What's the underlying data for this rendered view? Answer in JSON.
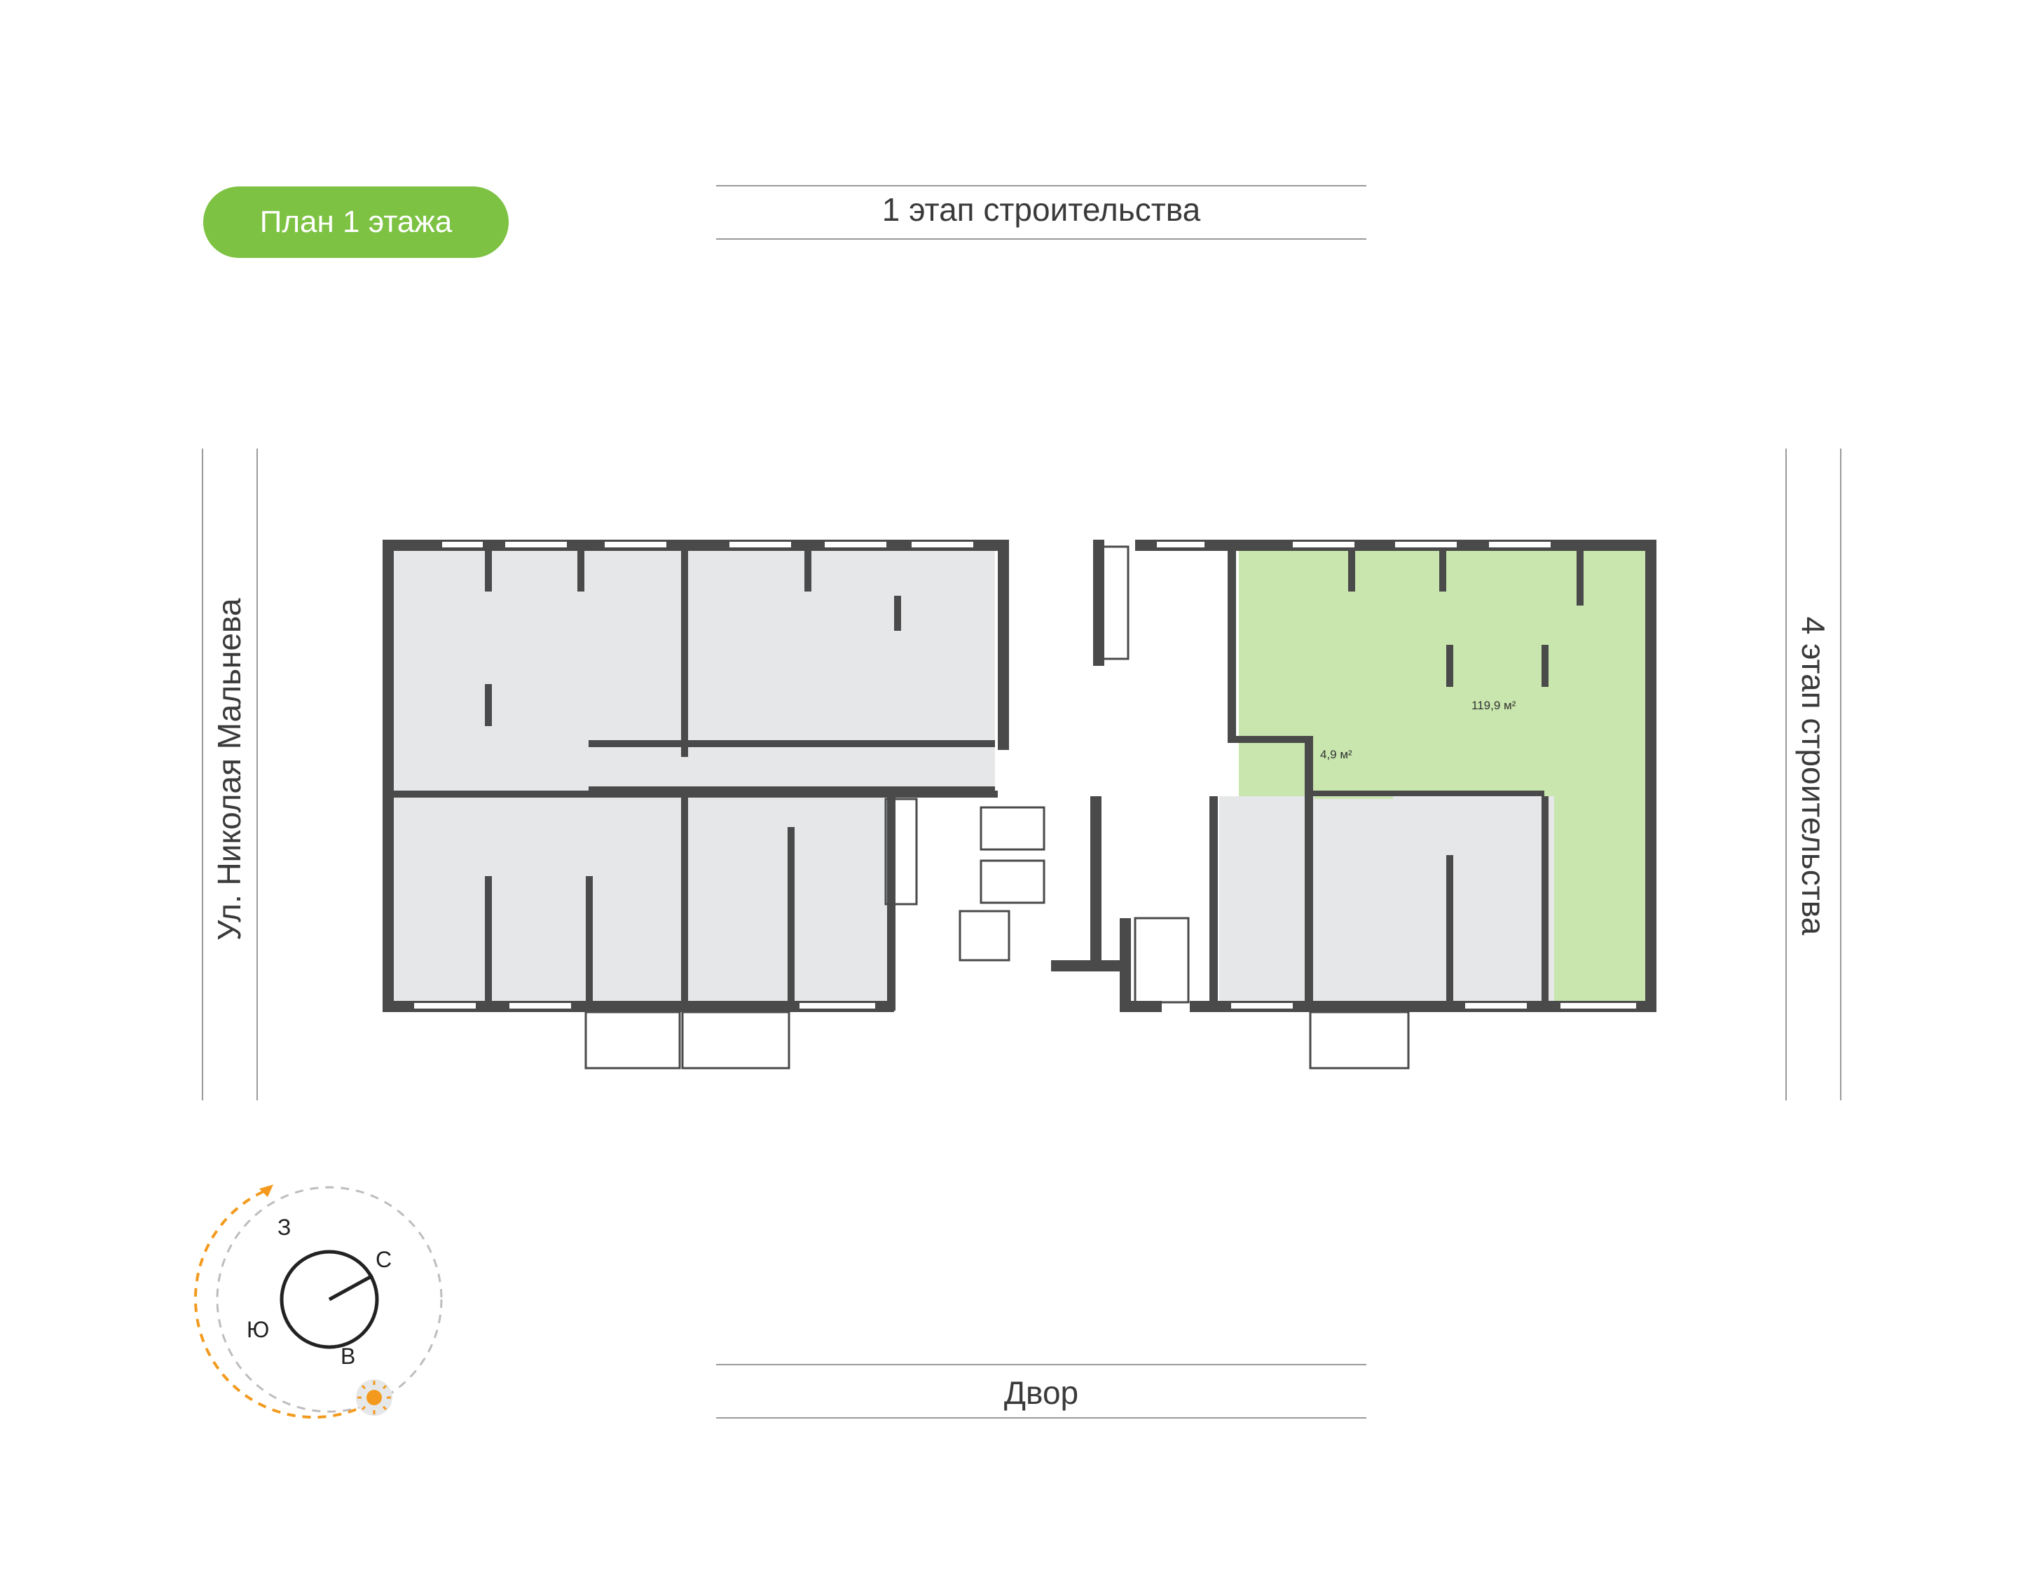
{
  "title": "План 1 этажа",
  "labels": {
    "top": "1 этап строительства",
    "bottom": "Двор",
    "left": "Ул. Николая Мальнева",
    "right": "4 этап строительства"
  },
  "highlighted_unit": {
    "main_area": "119,9 м²",
    "secondary_area": "4,9 м²"
  },
  "compass": {
    "west": "З",
    "north": "С",
    "south": "Ю",
    "east": "В"
  },
  "colors": {
    "accent": "#7dc242",
    "highlight_fill": "#c8e6ad",
    "room_fill": "#e6e7e8",
    "wall": "#4a4a4a",
    "sun": "#f39a1e"
  }
}
